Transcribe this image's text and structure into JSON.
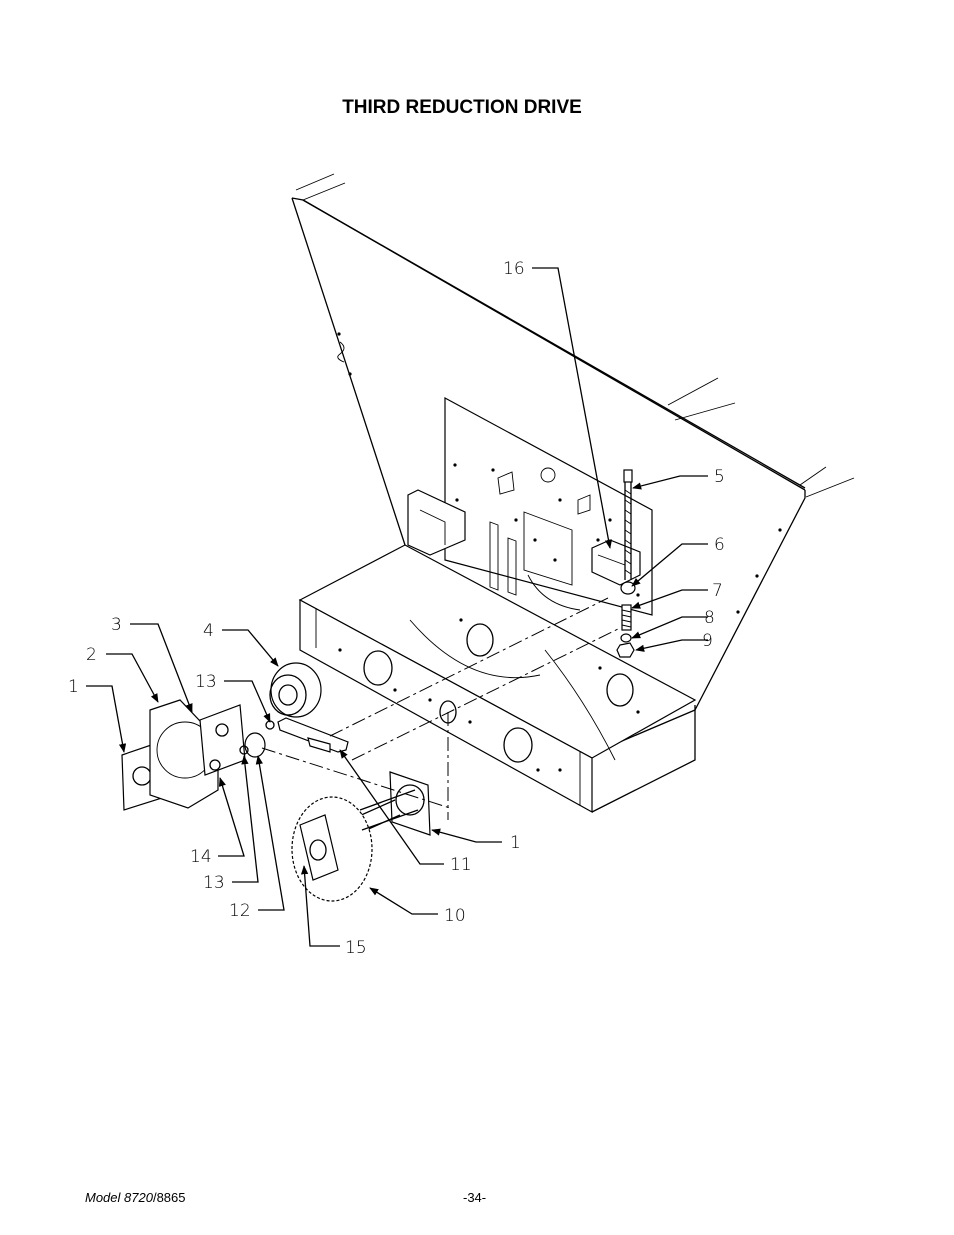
{
  "page": {
    "title": "THIRD REDUCTION DRIVE",
    "footer": {
      "model_prefix": "Model ",
      "model_number": "8720",
      "model_suffix": "/8865",
      "page_number": "-34-"
    }
  },
  "callouts": [
    {
      "id": "c16",
      "label": "16"
    },
    {
      "id": "c5",
      "label": "5"
    },
    {
      "id": "c6",
      "label": "6"
    },
    {
      "id": "c7",
      "label": "7"
    },
    {
      "id": "c8",
      "label": "8"
    },
    {
      "id": "c9",
      "label": "9"
    },
    {
      "id": "c3",
      "label": "3"
    },
    {
      "id": "c4",
      "label": "4"
    },
    {
      "id": "c2",
      "label": "2"
    },
    {
      "id": "c13a",
      "label": "13"
    },
    {
      "id": "c1a",
      "label": "1"
    },
    {
      "id": "c1b",
      "label": "1"
    },
    {
      "id": "c11",
      "label": "11"
    },
    {
      "id": "c14",
      "label": "14"
    },
    {
      "id": "c13b",
      "label": "13"
    },
    {
      "id": "c12",
      "label": "12"
    },
    {
      "id": "c10",
      "label": "10"
    },
    {
      "id": "c15",
      "label": "15"
    }
  ]
}
